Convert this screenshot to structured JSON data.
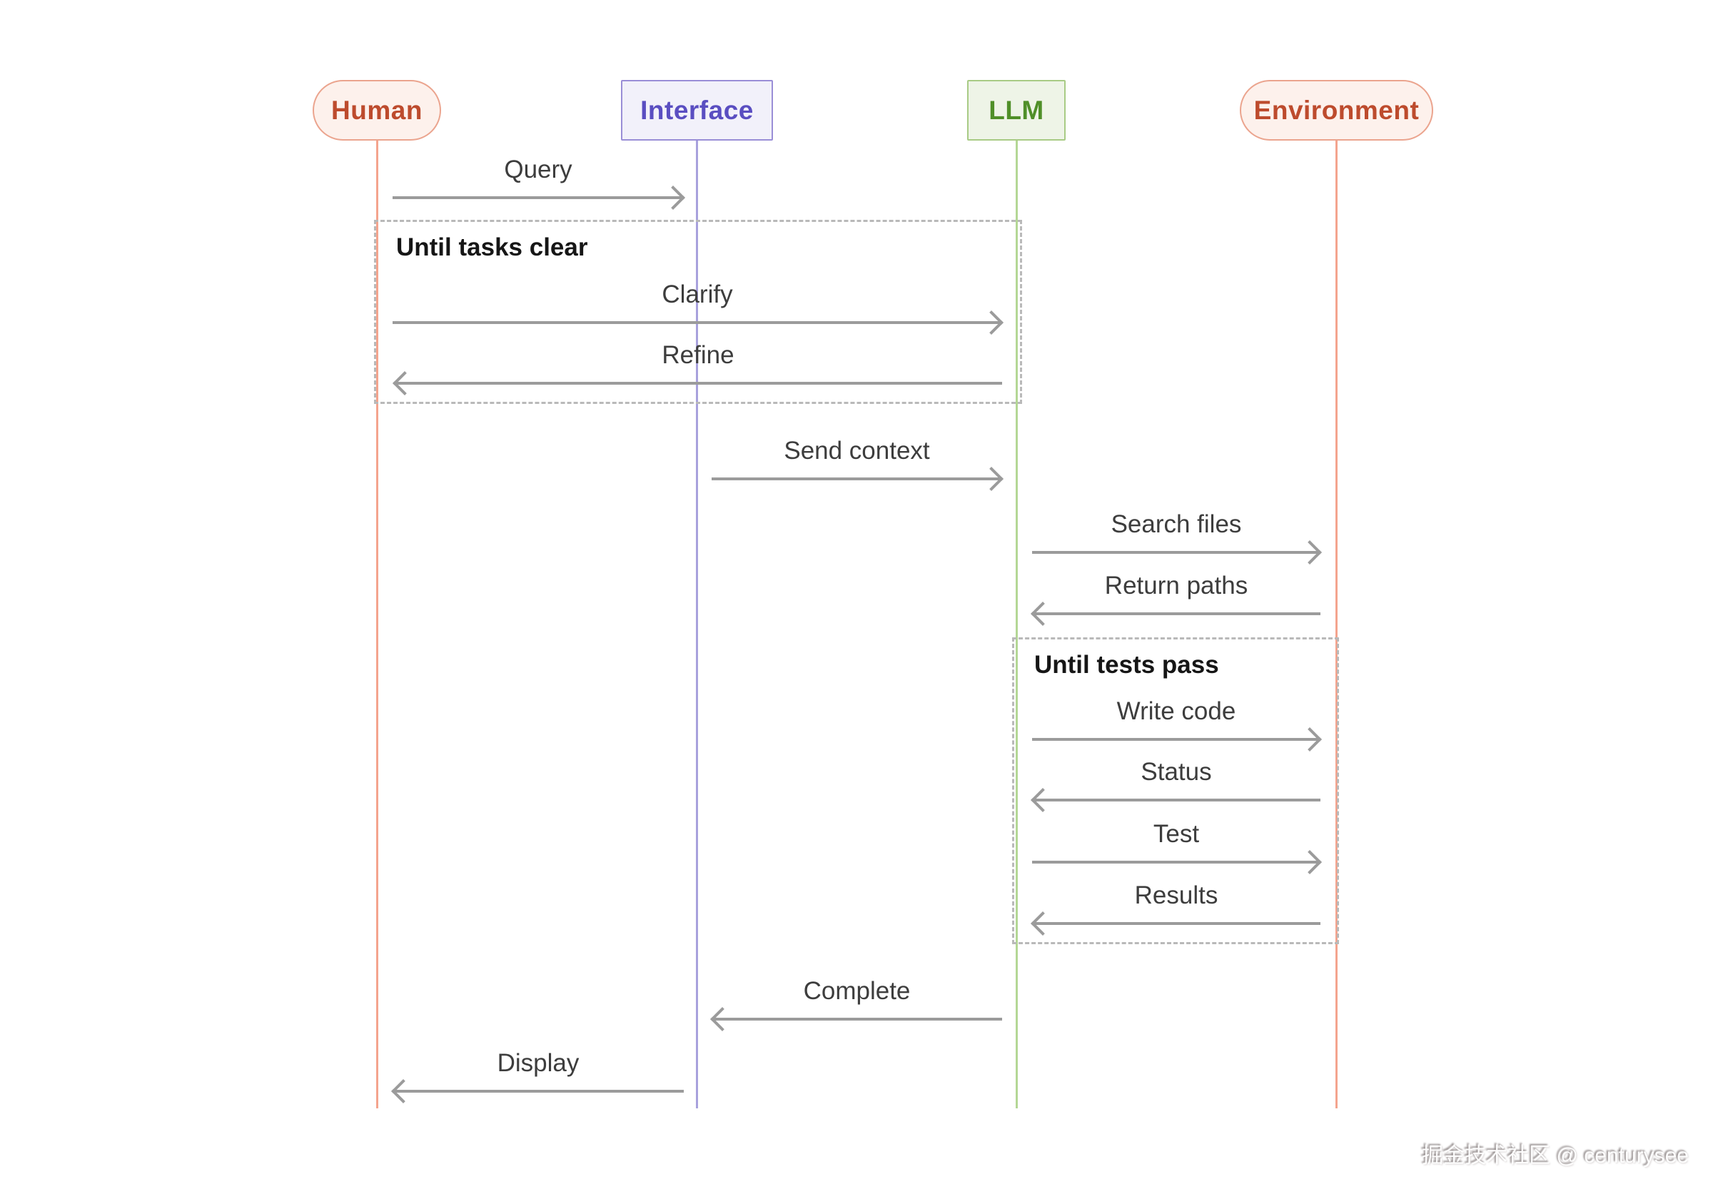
{
  "diagram": {
    "type": "sequence-diagram",
    "actors": [
      {
        "id": "human",
        "label": "Human",
        "shape": "pill",
        "fill": "#fdf1ec",
        "border": "#eba48e",
        "text_color": "#bd4b2d",
        "lifeline_color": "#f4a48e"
      },
      {
        "id": "interface",
        "label": "Interface",
        "shape": "rect",
        "fill": "#f2f1fa",
        "border": "#9a8ed7",
        "text_color": "#5a4ec1",
        "lifeline_color": "#a8a1dd"
      },
      {
        "id": "llm",
        "label": "LLM",
        "shape": "rect",
        "fill": "#eef4e7",
        "border": "#a8cb85",
        "text_color": "#4f8f28",
        "lifeline_color": "#b4d795"
      },
      {
        "id": "environment",
        "label": "Environment",
        "shape": "pill",
        "fill": "#fdf1ec",
        "border": "#eba48e",
        "text_color": "#bd4b2d",
        "lifeline_color": "#f4a48e"
      }
    ],
    "loops": [
      {
        "title": "Until tasks clear",
        "spans": [
          "Human",
          "LLM"
        ],
        "messages": [
          "Clarify",
          "Refine"
        ]
      },
      {
        "title": "Until tests pass",
        "spans": [
          "LLM",
          "Environment"
        ],
        "messages": [
          "Write code",
          "Status",
          "Test",
          "Results"
        ]
      }
    ],
    "messages": [
      {
        "label": "Query",
        "from": "Human",
        "to": "Interface",
        "direction": "right"
      },
      {
        "label": "Clarify",
        "from": "Human",
        "to": "LLM",
        "direction": "right",
        "loop": "Until tasks clear"
      },
      {
        "label": "Refine",
        "from": "LLM",
        "to": "Human",
        "direction": "left",
        "loop": "Until tasks clear"
      },
      {
        "label": "Send context",
        "from": "Interface",
        "to": "LLM",
        "direction": "right"
      },
      {
        "label": "Search files",
        "from": "LLM",
        "to": "Environment",
        "direction": "right"
      },
      {
        "label": "Return paths",
        "from": "Environment",
        "to": "LLM",
        "direction": "left"
      },
      {
        "label": "Write code",
        "from": "LLM",
        "to": "Environment",
        "direction": "right",
        "loop": "Until tests pass"
      },
      {
        "label": "Status",
        "from": "Environment",
        "to": "LLM",
        "direction": "left",
        "loop": "Until tests pass"
      },
      {
        "label": "Test",
        "from": "LLM",
        "to": "Environment",
        "direction": "right",
        "loop": "Until tests pass"
      },
      {
        "label": "Results",
        "from": "Environment",
        "to": "LLM",
        "direction": "left",
        "loop": "Until tests pass"
      },
      {
        "label": "Complete",
        "from": "LLM",
        "to": "Interface",
        "direction": "left"
      },
      {
        "label": "Display",
        "from": "Interface",
        "to": "Human",
        "direction": "left"
      }
    ],
    "colors": {
      "background": "#ffffff",
      "arrow": "#9b9b9b",
      "message_text": "#3d3d3d",
      "loop_border": "#b9b9b9",
      "loop_title": "#161616"
    },
    "watermark": {
      "text": "掘金技术社区 @ centurysee"
    }
  }
}
